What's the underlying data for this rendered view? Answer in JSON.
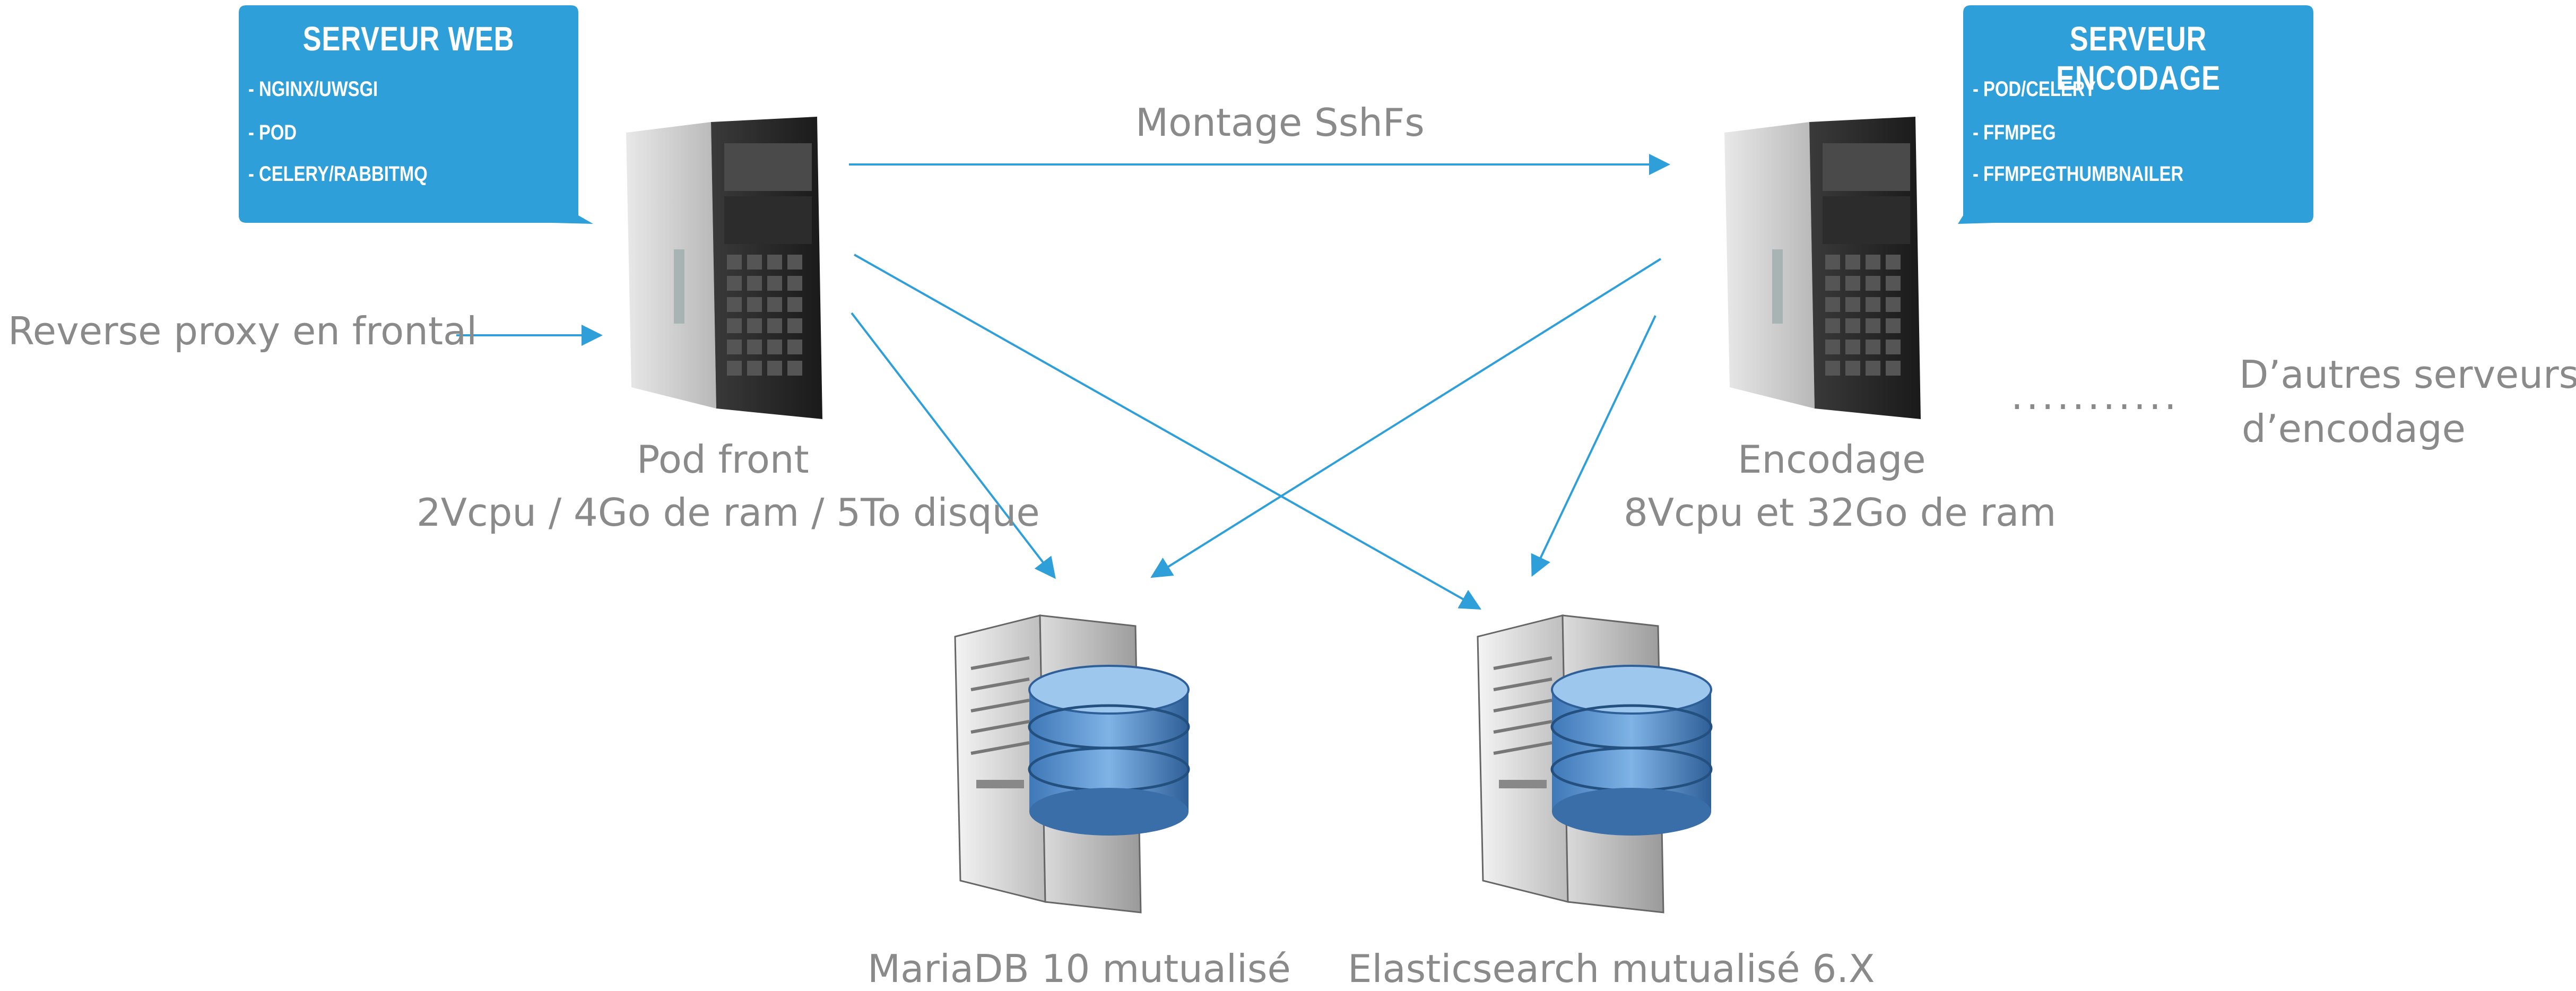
{
  "colors": {
    "accent": "#2e9fd8",
    "text": "#8a8a8a"
  },
  "web_bubble": {
    "title": "SERVEUR WEB",
    "items": [
      "- NGINX/UWSGI",
      "- POD",
      "- CELERY/RABBITMQ"
    ]
  },
  "encode_bubble": {
    "title": "SERVEUR ENCODAGE",
    "items": [
      "- POD/CELERY",
      "- FFMPEG",
      "- FFMPEGTHUMBNAILER"
    ]
  },
  "labels": {
    "mount": "Montage SshFs",
    "reverse_proxy": "Reverse proxy en frontal",
    "pod_front_name": "Pod front",
    "pod_front_specs": "2Vcpu / 4Go de ram / 5To disque",
    "encodage_name": "Encodage",
    "encodage_specs": "8Vcpu et 32Go de ram",
    "dots": "...........",
    "other_servers_1": "D’autres serveurs",
    "other_servers_2": "d’encodage",
    "mariadb": "MariaDB 10 mutualisé",
    "elastic": "Elasticsearch mutualisé 6.X"
  },
  "icons": {
    "pod_front_server": "tower-server-icon",
    "encodage_server": "tower-server-icon",
    "mariadb_server": "database-server-icon",
    "elastic_server": "database-server-icon"
  }
}
